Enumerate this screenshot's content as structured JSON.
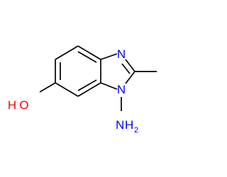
{
  "molecule": {
    "atoms": {
      "ring_n3": {
        "label": "N",
        "color": "#0000ff"
      },
      "ring_n1": {
        "label": "N",
        "color": "#0000ff"
      },
      "amino_n": {
        "label": "N",
        "color": "#0000ff"
      },
      "amino_h": {
        "label": "H",
        "color": "#0000ff"
      },
      "amino_h_count": "2",
      "hydroxyl_o": {
        "label": "O",
        "color": "#ff0000"
      },
      "hydroxyl_h": {
        "label": "H",
        "color": "#ff0000"
      }
    },
    "bond_color": "#000000"
  }
}
